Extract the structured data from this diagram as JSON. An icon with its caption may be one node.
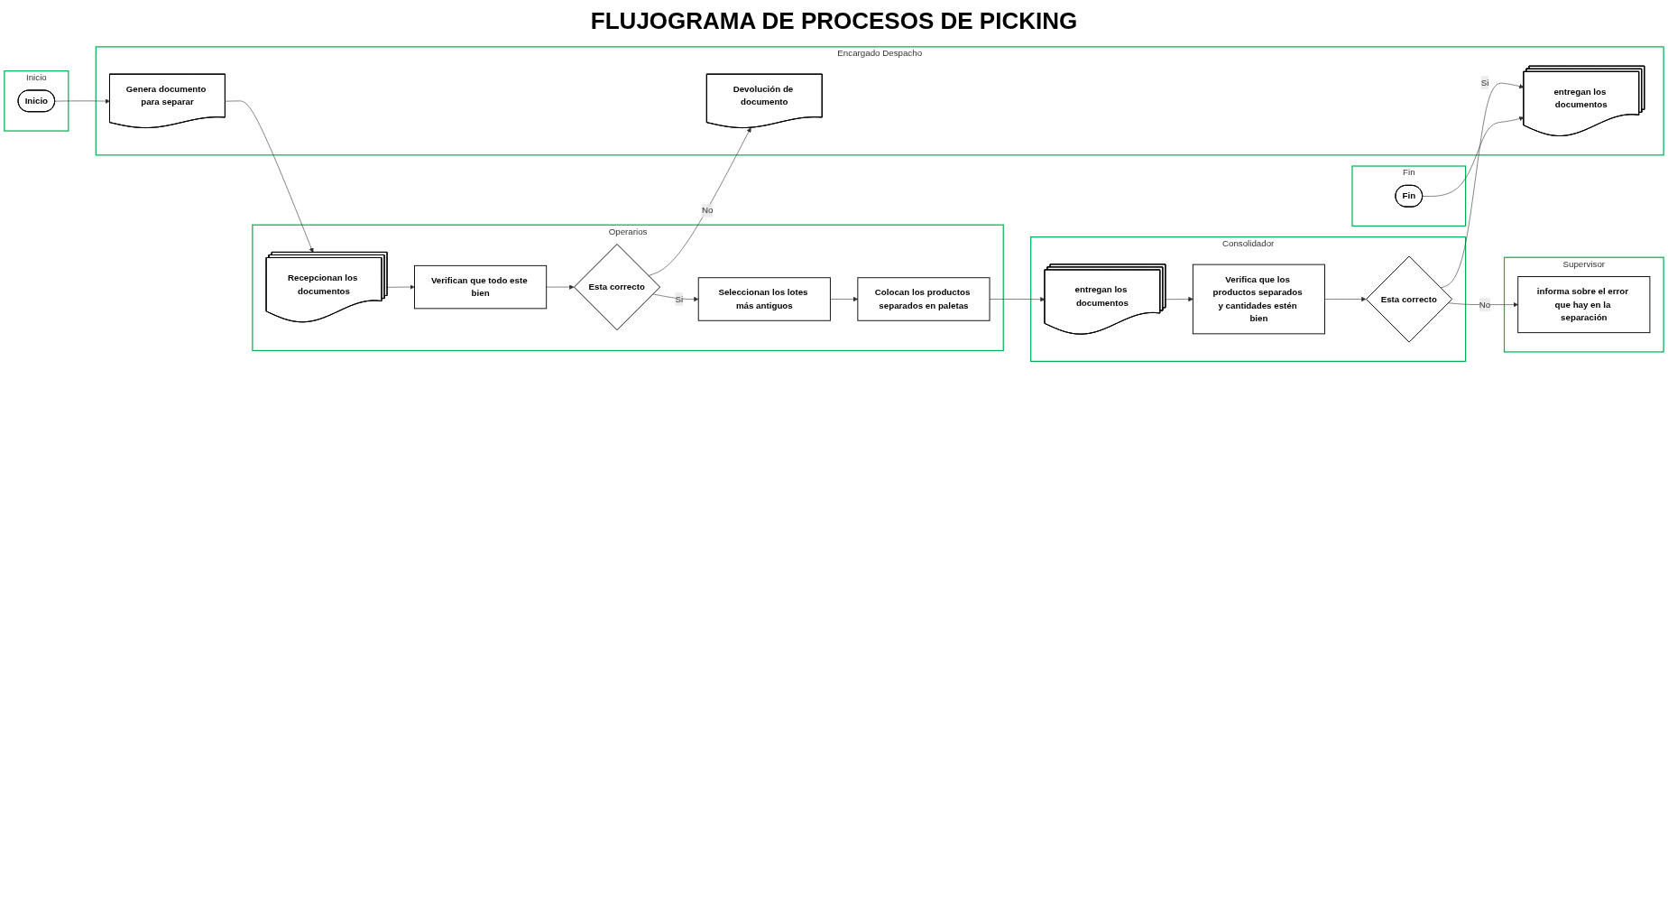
{
  "diagram": {
    "title": "FLUJOGRAMA DE PROCESOS DE PICKING",
    "nodes": [
      {
        "text": [
          "Inicio"
        ]
      },
      {
        "text": [
          "Inicio"
        ],
        "in": 0
      },
      {
        "text": [
          "Encargado Despacho"
        ]
      },
      {
        "text": [
          "Genera documento para separar"
        ],
        "in": 2
      },
      {
        "text": [
          "Devolución de documento"
        ],
        "in": 2
      },
      {
        "text": [
          "entregan los documentos"
        ],
        "in": 2
      },
      {
        "text": [
          "Operarios"
        ]
      },
      {
        "text": [
          "Recepcionan los documentos"
        ],
        "in": 6
      },
      {
        "text": [
          "Verifican que todo este bien"
        ],
        "in": 6
      },
      {
        "text": [
          "Esta correcto"
        ],
        "in": 6
      },
      {
        "text": [
          "Seleccionan los lotes más antiguos"
        ],
        "in": 6
      },
      {
        "text": [
          "Colocan los productos separados en paletas"
        ],
        "in": 6
      },
      {
        "text": [
          "Consolidador"
        ]
      },
      {
        "text": [
          "entregan los documentos"
        ],
        "in": 12
      },
      {
        "text": [
          "Verifica que los productos separados y cantidades estén bien"
        ],
        "in": 12
      },
      {
        "text": [
          "Esta correcto"
        ],
        "in": 12
      },
      {
        "text": [
          "Supervisor"
        ]
      },
      {
        "text": [
          "informa sobre el error que hay en la separación"
        ],
        "in": 16
      },
      {
        "text": [
          "Fin"
        ]
      },
      {
        "text": [
          "Fin"
        ],
        "in": 18
      }
    ],
    "edges": [
      {
        "from": 1,
        "to": 3,
        "arrow": "to"
      },
      {
        "from": 3,
        "to": 7,
        "arrow": "to"
      },
      {
        "from": 7,
        "to": 8,
        "arrow": "to"
      },
      {
        "from": 8,
        "to": 9,
        "arrow": "to"
      },
      {
        "from": 9,
        "to": 4,
        "arrow": "to",
        "label": "No"
      },
      {
        "from": 9,
        "to": 10,
        "arrow": "to",
        "label": "Si"
      },
      {
        "from": 10,
        "to": 11,
        "arrow": "to"
      },
      {
        "from": 11,
        "to": 13,
        "arrow": "to"
      },
      {
        "from": 13,
        "to": 14,
        "arrow": "to"
      },
      {
        "from": 14,
        "to": 15,
        "arrow": "to"
      },
      {
        "from": 15,
        "to": 17,
        "arrow": "to",
        "label": "No"
      },
      {
        "from": 15,
        "to": 5,
        "arrow": "to",
        "label": "Si"
      },
      {
        "from": 19,
        "to": 5,
        "arrow": "to"
      }
    ]
  }
}
